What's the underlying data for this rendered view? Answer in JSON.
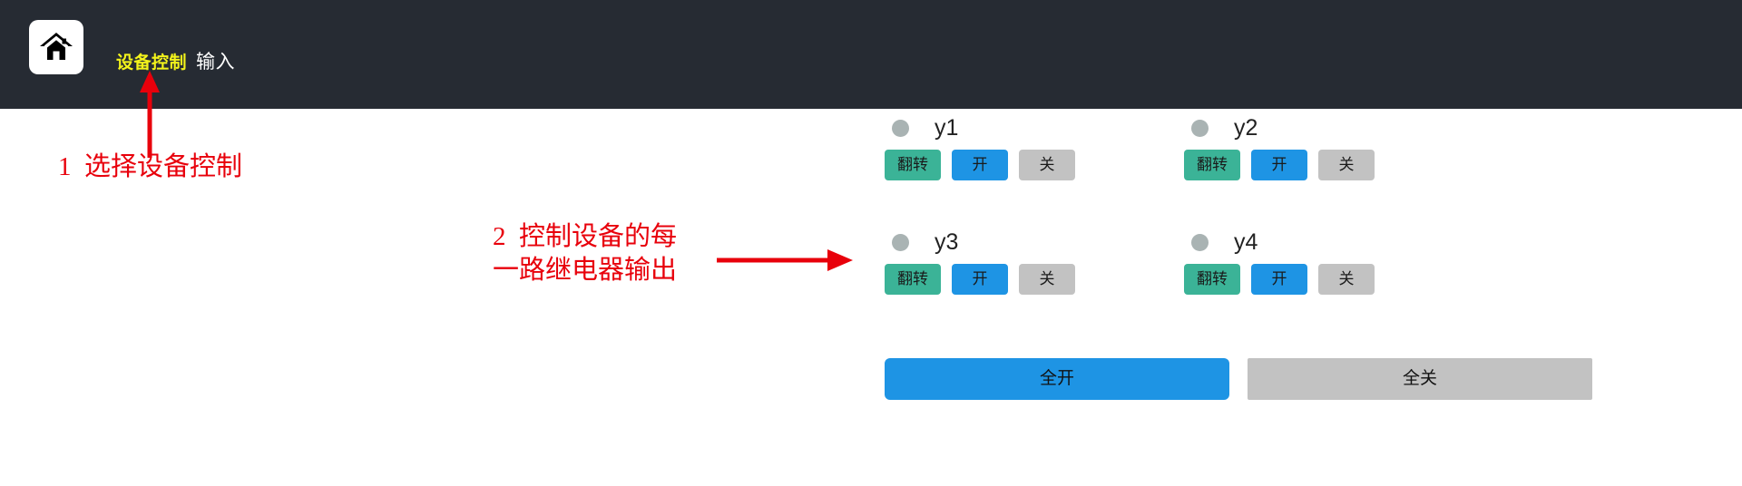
{
  "header": {
    "home_icon": "home-icon",
    "nav_items": [
      {
        "label": "设备控制",
        "state": "active"
      },
      {
        "label": "输入",
        "state": "inactive"
      }
    ],
    "background_color": "#262b33",
    "active_color": "#f3f31b",
    "inactive_color": "#ffffff"
  },
  "annotations": {
    "color": "#e8000b",
    "items": [
      {
        "id": "1",
        "text": "1  选择设备控制",
        "arrow": "up-arrow"
      },
      {
        "id": "2",
        "text": "2  控制设备的每\n一路继电器输出",
        "arrow": "right-arrow"
      }
    ]
  },
  "relays": {
    "button_labels": {
      "toggle": "翻转",
      "on": "开",
      "off": "关"
    },
    "colors": {
      "toggle": "#3bb397",
      "on": "#1e94e4",
      "off": "#c2c2c2",
      "status_dot": "#a9b3b3"
    },
    "items": [
      {
        "label": "y1",
        "status": "off"
      },
      {
        "label": "y2",
        "status": "off"
      },
      {
        "label": "y3",
        "status": "off"
      },
      {
        "label": "y4",
        "status": "off"
      }
    ]
  },
  "bulk_actions": {
    "all_on_label": "全开",
    "all_off_label": "全关",
    "all_on_color": "#1e94e4",
    "all_off_color": "#c2c2c2"
  }
}
